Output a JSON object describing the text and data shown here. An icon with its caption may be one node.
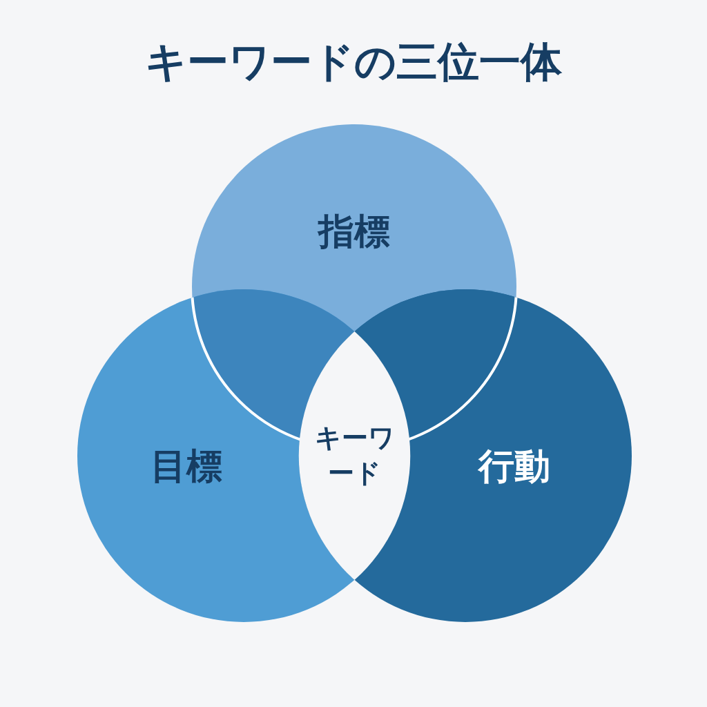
{
  "diagram": {
    "title": "キーワードの三位一体",
    "nodes": [
      {
        "text": [
          "指標"
        ]
      },
      {
        "text": [
          "目標"
        ]
      },
      {
        "text": [
          "行動"
        ]
      },
      {
        "text": [
          "キーワード"
        ]
      }
    ]
  }
}
